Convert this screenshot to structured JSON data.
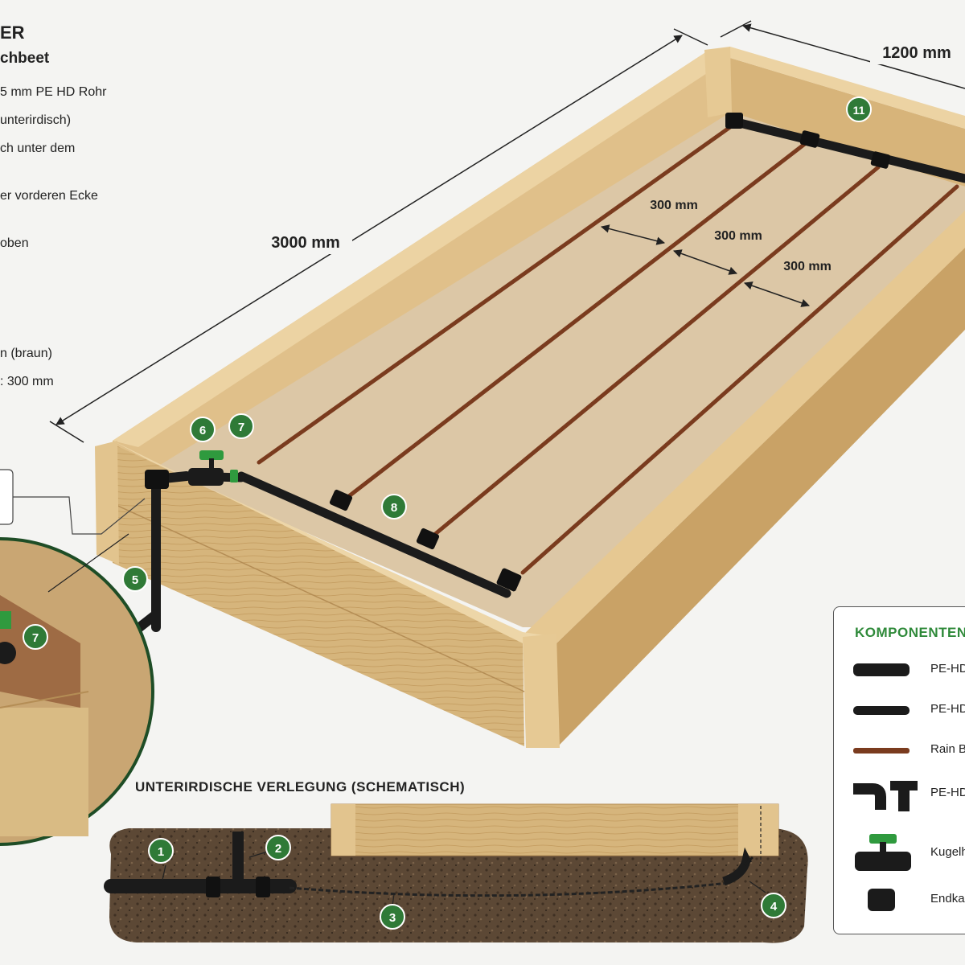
{
  "header": {
    "title": "ER",
    "subtitle": "chbeet"
  },
  "left_notes": [
    "5 mm PE HD Rohr",
    "unterirdisch)",
    "ch unter dem",
    "er vorderen Ecke",
    "oben",
    "n (braun)",
    ": 300 mm"
  ],
  "dimensions": {
    "length": "3000 mm",
    "width": "1200 mm",
    "spacing_1": "300 mm",
    "spacing_2": "300 mm",
    "spacing_3": "300 mm"
  },
  "callouts": {
    "c1": "1",
    "c2": "2",
    "c3": "3",
    "c4": "4",
    "c5": "5",
    "c6": "6",
    "c7": "7",
    "c7b": "7",
    "c8": "8",
    "c11": "11"
  },
  "section": {
    "title": "UNTERIRDISCHE VERLEGUNG (SCHEMATISCH)"
  },
  "legend": {
    "title": "KOMPONENTEN",
    "items": [
      {
        "label": "PE-HD",
        "icon": "thick-pipe-icon"
      },
      {
        "label": "PE-HD",
        "icon": "thin-pipe-icon"
      },
      {
        "label": "Rain B",
        "icon": "drip-line-icon"
      },
      {
        "label": "PE-HD",
        "icon": "fittings-icon"
      },
      {
        "label": "Kugelh",
        "icon": "ball-valve-icon"
      },
      {
        "label": "Endka",
        "icon": "end-cap-icon"
      }
    ]
  },
  "colors": {
    "accent_green": "#2f8a3a",
    "wood": "#d8b67c",
    "drip_brown": "#7a3b1e",
    "pipe_black": "#1b1b1b",
    "soil": "#5a4632"
  }
}
